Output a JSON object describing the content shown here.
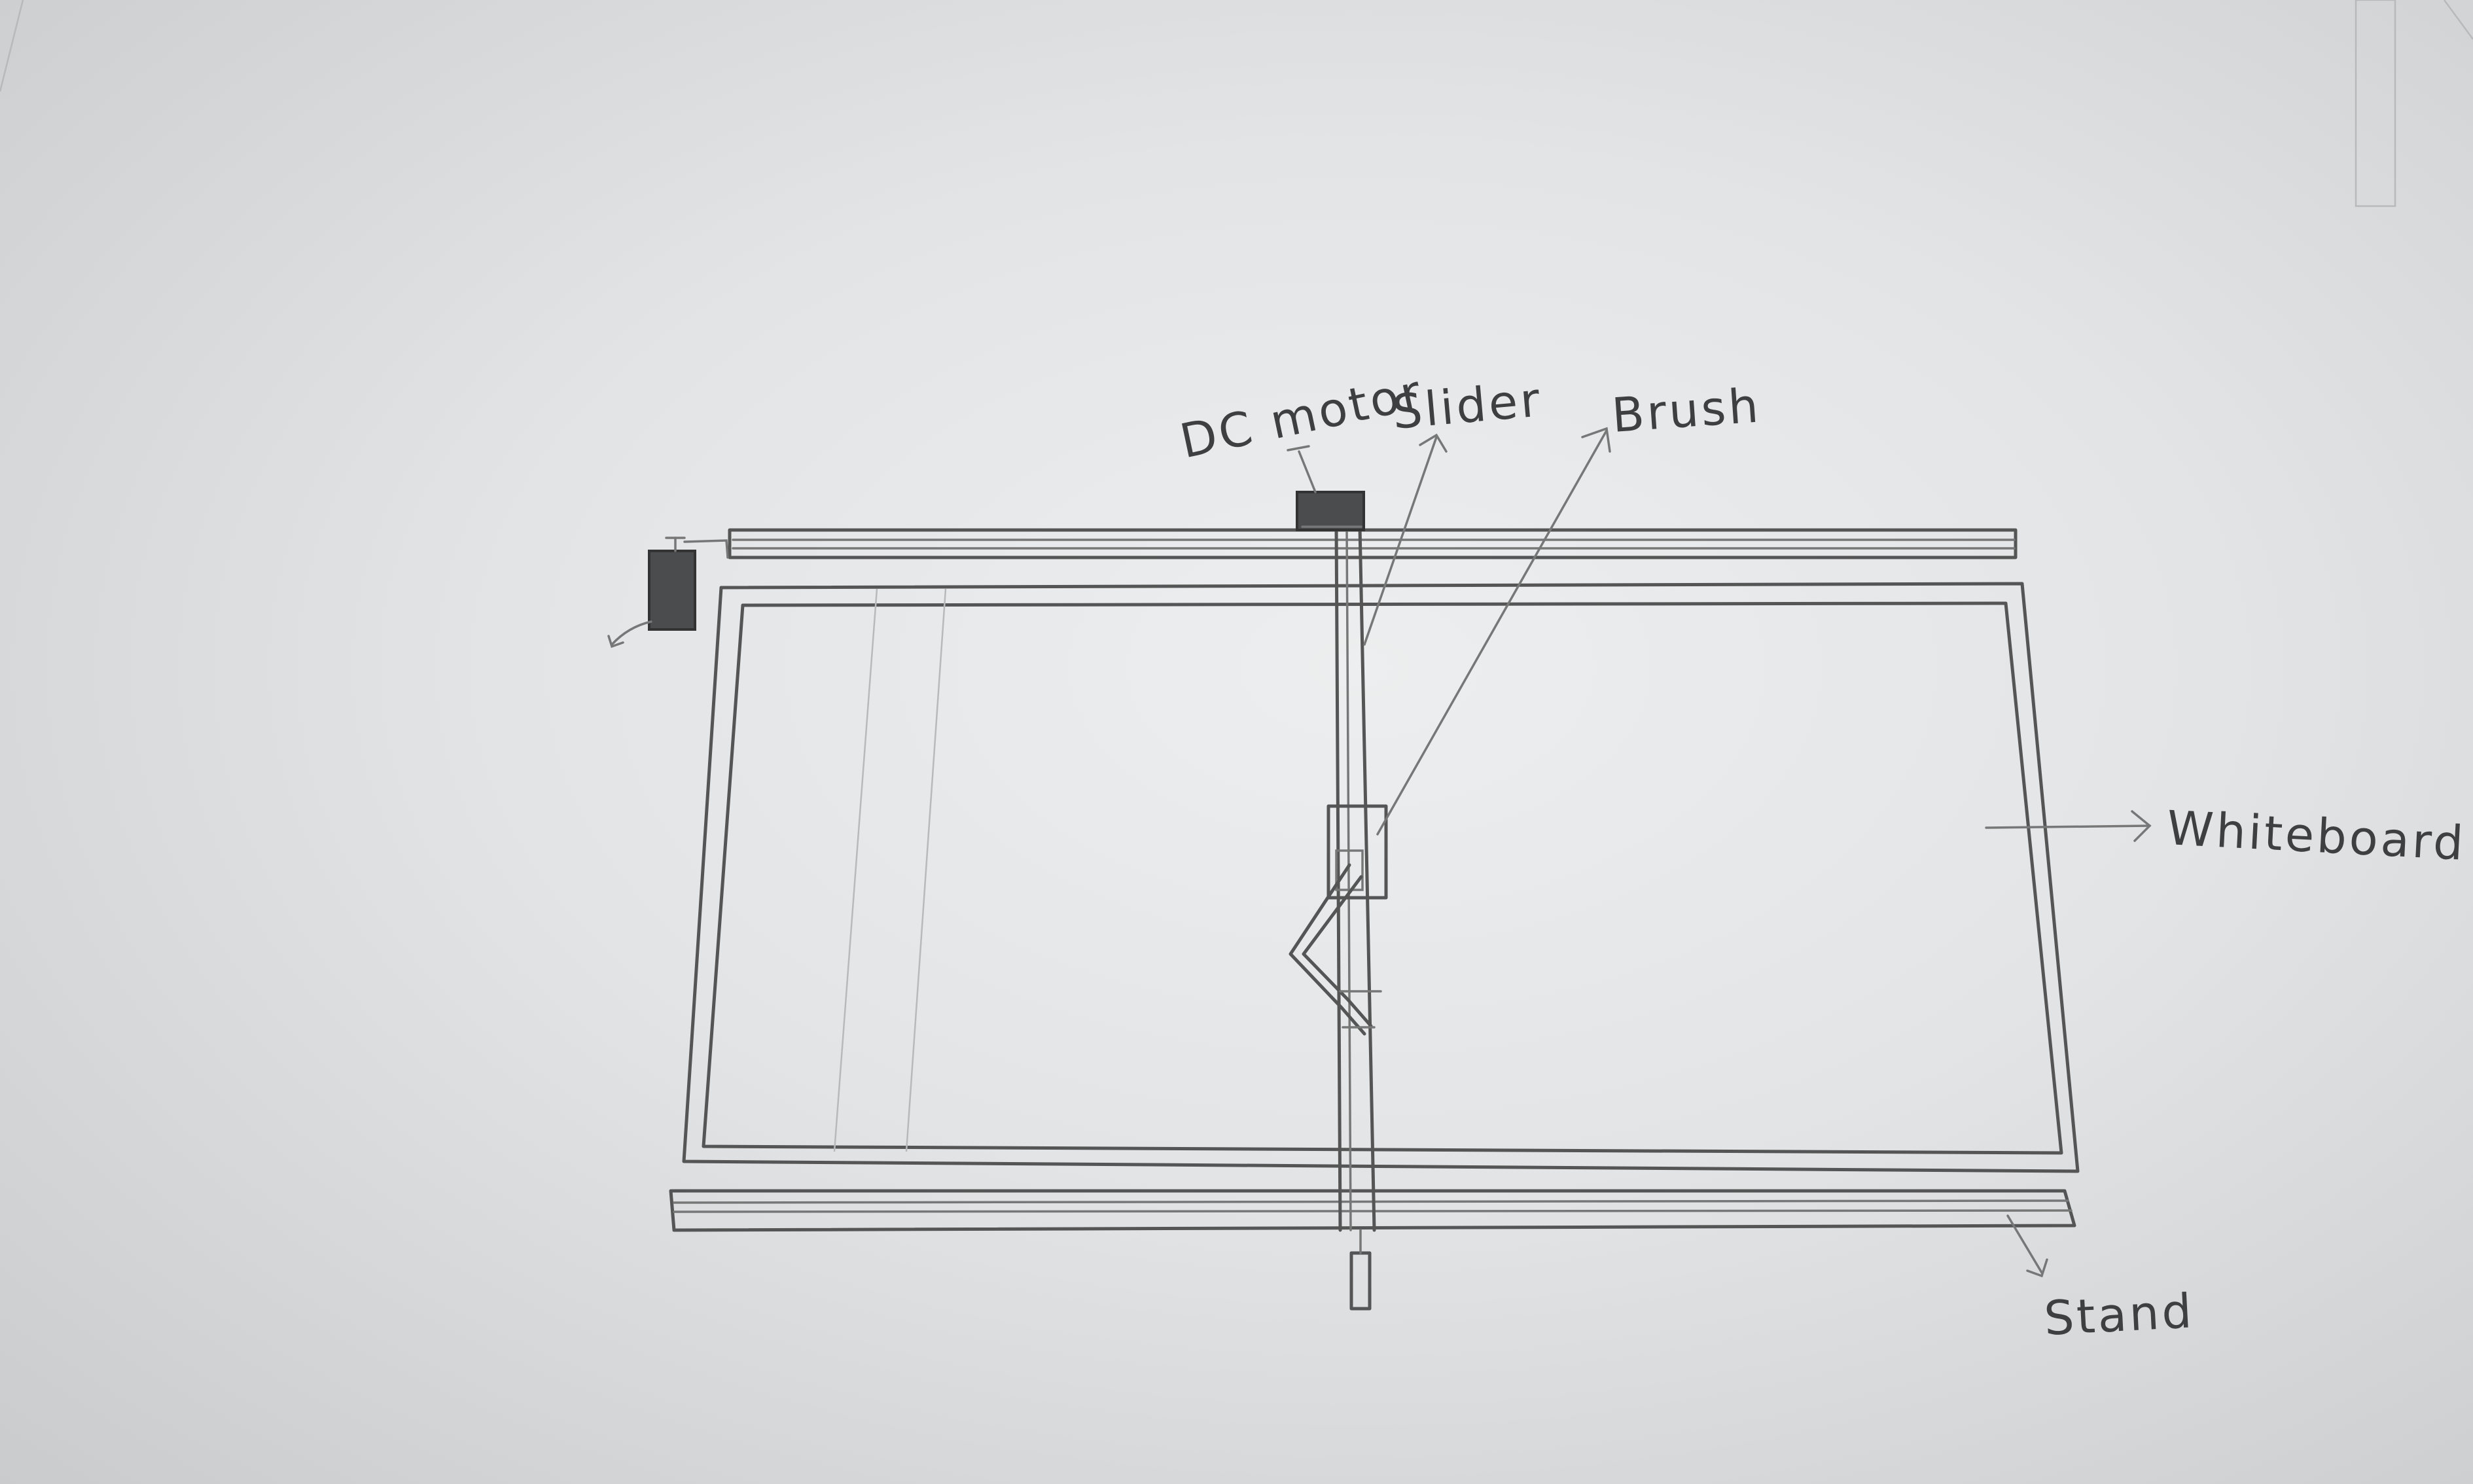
{
  "labels": {
    "dc_motor": "DC motor",
    "slider": "Slider",
    "brush": "Brush",
    "whiteboard": "Whiteboard",
    "stand": "Stand"
  },
  "colors": {
    "paper": "#e5e7e8",
    "pencil": "#555555",
    "shading": "#4b4c4e"
  }
}
